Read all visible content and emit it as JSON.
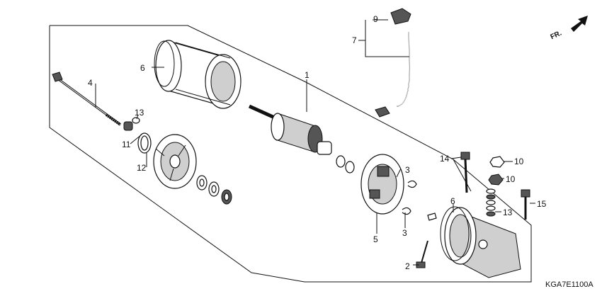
{
  "diagram": {
    "code": "KGA7E1100A",
    "orientation": "FR.",
    "callouts": {
      "c1": "1",
      "c2": "2",
      "c3a": "3",
      "c3b": "3",
      "c4": "4",
      "c5": "5",
      "c6a": "6",
      "c6b": "6",
      "c7": "7",
      "c9": "9",
      "c10a": "10",
      "c10b": "10",
      "c11": "11",
      "c12": "12",
      "c13a": "13",
      "c13b": "13",
      "c14": "14",
      "c15": "15"
    }
  }
}
